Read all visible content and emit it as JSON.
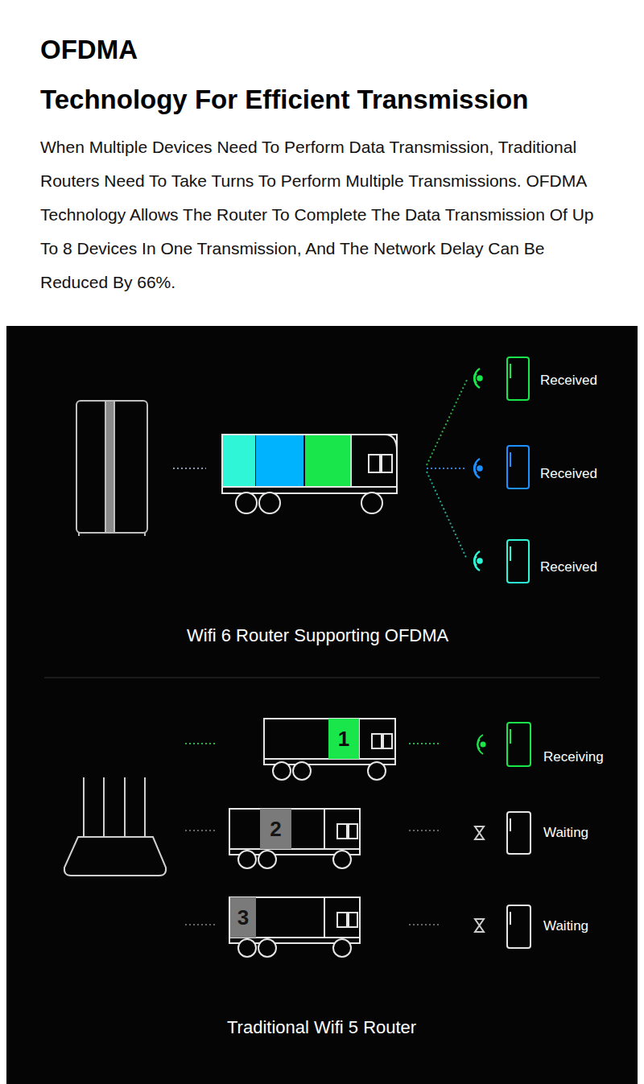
{
  "diagram": {
    "title": "OFDMA",
    "nodes": [
      {
        "text": [
          "1"
        ]
      },
      {
        "text": [
          "2"
        ]
      },
      {
        "text": [
          "3"
        ]
      }
    ],
    "labels": [
      "Technology For Efficient Transmission",
      "When Multiple Devices Need To Perform Data Transmission, Traditional Routers Need To Take Turns To Perform Multiple Transmissions. OFDMA Technology Allows The Router To Complete The Data Transmission Of Up To 8 Devices In One Transmission, And The Network Delay Can Be Reduced By 66%.",
      "Received",
      "Received",
      "Received",
      "Wifi 6 Router Supporting OFDMA",
      "Receiving",
      "Waiting",
      "Waiting",
      "Traditional Wifi 5 Router"
    ]
  }
}
